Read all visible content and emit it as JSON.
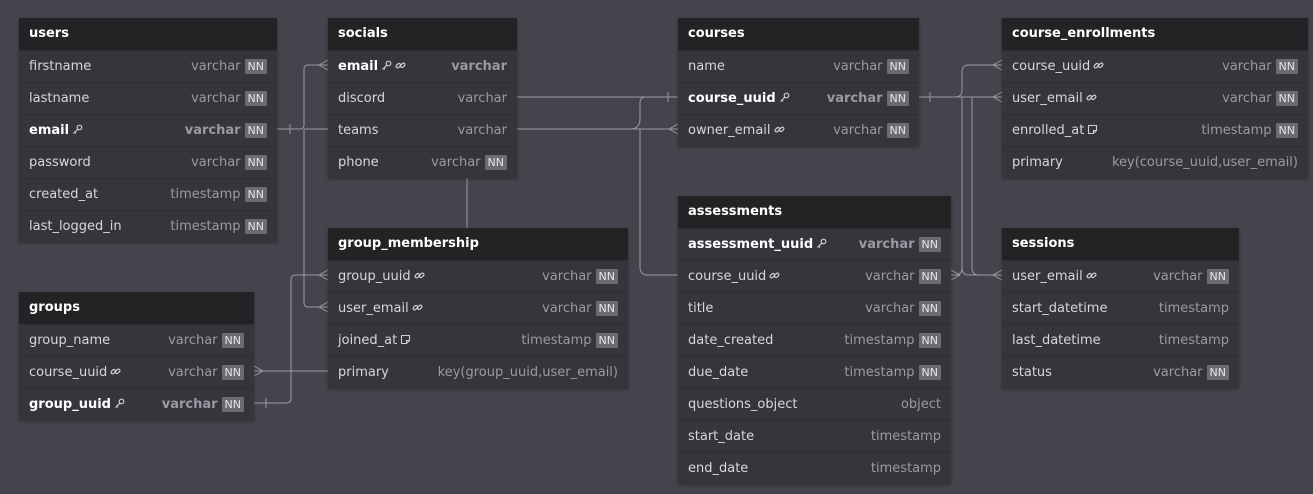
{
  "tables": [
    {
      "id": "users",
      "name": "users",
      "fields": [
        {
          "name": "firstname",
          "type": "varchar",
          "nn": true
        },
        {
          "name": "lastname",
          "type": "varchar",
          "nn": true
        },
        {
          "name": "email",
          "type": "varchar",
          "nn": true,
          "pk": true,
          "icons": [
            "key"
          ]
        },
        {
          "name": "password",
          "type": "varchar",
          "nn": true
        },
        {
          "name": "created_at",
          "type": "timestamp",
          "nn": true
        },
        {
          "name": "last_logged_in",
          "type": "timestamp",
          "nn": true
        }
      ]
    },
    {
      "id": "socials",
      "name": "socials",
      "fields": [
        {
          "name": "email",
          "type": "varchar",
          "nn": false,
          "pk": true,
          "icons": [
            "key",
            "link"
          ]
        },
        {
          "name": "discord",
          "type": "varchar",
          "nn": false
        },
        {
          "name": "teams",
          "type": "varchar",
          "nn": false
        },
        {
          "name": "phone",
          "type": "varchar",
          "nn": true
        }
      ]
    },
    {
      "id": "courses",
      "name": "courses",
      "fields": [
        {
          "name": "name",
          "type": "varchar",
          "nn": true
        },
        {
          "name": "course_uuid",
          "type": "varchar",
          "nn": true,
          "pk": true,
          "icons": [
            "key"
          ]
        },
        {
          "name": "owner_email",
          "type": "varchar",
          "nn": true,
          "icons": [
            "link"
          ]
        }
      ]
    },
    {
      "id": "course_enrollments",
      "name": "course_enrollments",
      "fields": [
        {
          "name": "course_uuid",
          "type": "varchar",
          "nn": true,
          "icons": [
            "link"
          ]
        },
        {
          "name": "user_email",
          "type": "varchar",
          "nn": true,
          "icons": [
            "link"
          ]
        },
        {
          "name": "enrolled_at",
          "type": "timestamp",
          "nn": true,
          "icons": [
            "note"
          ]
        },
        {
          "name": "primary",
          "type": "key(course_uuid,user_email)",
          "nn": false
        }
      ]
    },
    {
      "id": "assessments",
      "name": "assessments",
      "fields": [
        {
          "name": "assessment_uuid",
          "type": "varchar",
          "nn": true,
          "pk": true,
          "icons": [
            "key"
          ]
        },
        {
          "name": "course_uuid",
          "type": "varchar",
          "nn": true,
          "icons": [
            "link"
          ]
        },
        {
          "name": "title",
          "type": "varchar",
          "nn": true
        },
        {
          "name": "date_created",
          "type": "timestamp",
          "nn": true
        },
        {
          "name": "due_date",
          "type": "timestamp",
          "nn": true
        },
        {
          "name": "questions_object",
          "type": "object",
          "nn": false
        },
        {
          "name": "start_date",
          "type": "timestamp",
          "nn": false
        },
        {
          "name": "end_date",
          "type": "timestamp",
          "nn": false
        }
      ]
    },
    {
      "id": "sessions",
      "name": "sessions",
      "fields": [
        {
          "name": "user_email",
          "type": "varchar",
          "nn": true,
          "icons": [
            "link"
          ]
        },
        {
          "name": "start_datetime",
          "type": "timestamp",
          "nn": false
        },
        {
          "name": "last_datetime",
          "type": "timestamp",
          "nn": false
        },
        {
          "name": "status",
          "type": "varchar",
          "nn": true
        }
      ]
    },
    {
      "id": "group_membership",
      "name": "group_membership",
      "fields": [
        {
          "name": "group_uuid",
          "type": "varchar",
          "nn": true,
          "icons": [
            "link"
          ]
        },
        {
          "name": "user_email",
          "type": "varchar",
          "nn": true,
          "icons": [
            "link"
          ]
        },
        {
          "name": "joined_at",
          "type": "timestamp",
          "nn": true,
          "icons": [
            "note"
          ]
        },
        {
          "name": "primary",
          "type": "key(group_uuid,user_email)",
          "nn": false
        }
      ]
    },
    {
      "id": "groups",
      "name": "groups",
      "fields": [
        {
          "name": "group_name",
          "type": "varchar",
          "nn": true
        },
        {
          "name": "course_uuid",
          "type": "varchar",
          "nn": true,
          "icons": [
            "link"
          ]
        },
        {
          "name": "group_uuid",
          "type": "varchar",
          "nn": true,
          "pk": true,
          "icons": [
            "key"
          ]
        }
      ]
    }
  ],
  "nn_label": "NN",
  "icon_glyphs": {
    "key": "⚿",
    "link": "🔗",
    "note": "🗈"
  },
  "colors": {
    "background": "#44444c",
    "table_header": "#232326",
    "table_body": "#35353c",
    "connector": "#9a9aa3"
  }
}
